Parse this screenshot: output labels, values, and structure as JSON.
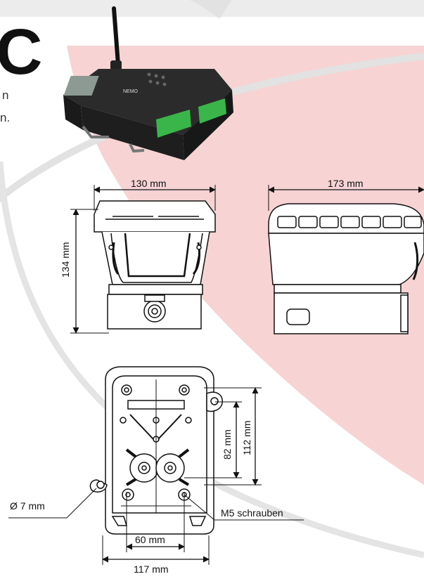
{
  "header": {
    "logo_partial": "C",
    "text_partial_1": "n",
    "text_partial_2": "n."
  },
  "device_photo": {
    "display_text": "NEMO"
  },
  "dimensions": {
    "front_width": "130 mm",
    "front_height": "134 mm",
    "side_width": "173 mm",
    "bottom_height_inner": "82 mm",
    "bottom_height_outer": "112 mm",
    "hole_diameter": "Ø 7 mm",
    "screws": "M5 schrauben",
    "bottom_width_inner": "60 mm",
    "bottom_width_outer": "117 mm"
  },
  "colors": {
    "accent_pink": "#f7d3d3",
    "line": "#111111",
    "arc_gray": "#d9d9d9",
    "top_band": "#ececec"
  }
}
